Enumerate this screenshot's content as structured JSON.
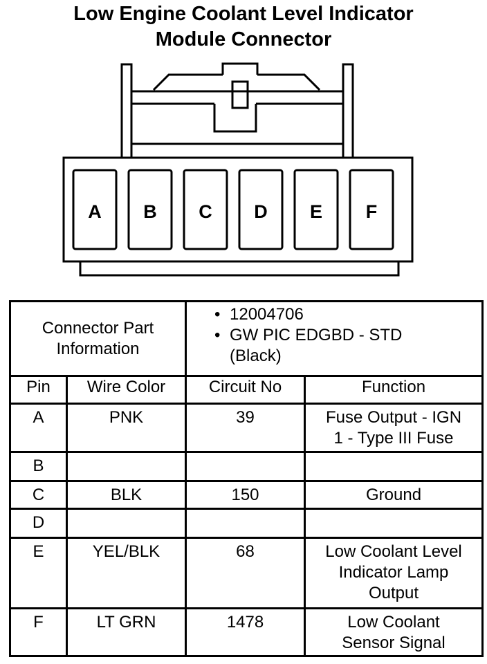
{
  "title": {
    "line1": "Low Engine Coolant Level Indicator",
    "line2": "Module Connector"
  },
  "connector": {
    "pins": [
      "A",
      "B",
      "C",
      "D",
      "E",
      "F"
    ]
  },
  "part_info": {
    "label_line1": "Connector Part",
    "label_line2": "Information",
    "bullet1": "12004706",
    "bullet2": "GW PIC EDGBD - STD",
    "bullet2_cont": "(Black)"
  },
  "table": {
    "headers": [
      "Pin",
      "Wire Color",
      "Circuit No",
      "Function"
    ],
    "rows": [
      {
        "pin": "A",
        "wire": "PNK",
        "circuit": "39",
        "function": [
          "Fuse Output - IGN",
          "1 - Type III Fuse"
        ]
      },
      {
        "pin": "B",
        "wire": "",
        "circuit": "",
        "function": []
      },
      {
        "pin": "C",
        "wire": "BLK",
        "circuit": "150",
        "function": [
          "Ground"
        ]
      },
      {
        "pin": "D",
        "wire": "",
        "circuit": "",
        "function": []
      },
      {
        "pin": "E",
        "wire": "YEL/BLK",
        "circuit": "68",
        "function": [
          "Low Coolant Level",
          "Indicator Lamp",
          "Output"
        ]
      },
      {
        "pin": "F",
        "wire": "LT GRN",
        "circuit": "1478",
        "function": [
          "Low Coolant",
          "Sensor Signal"
        ]
      }
    ]
  }
}
